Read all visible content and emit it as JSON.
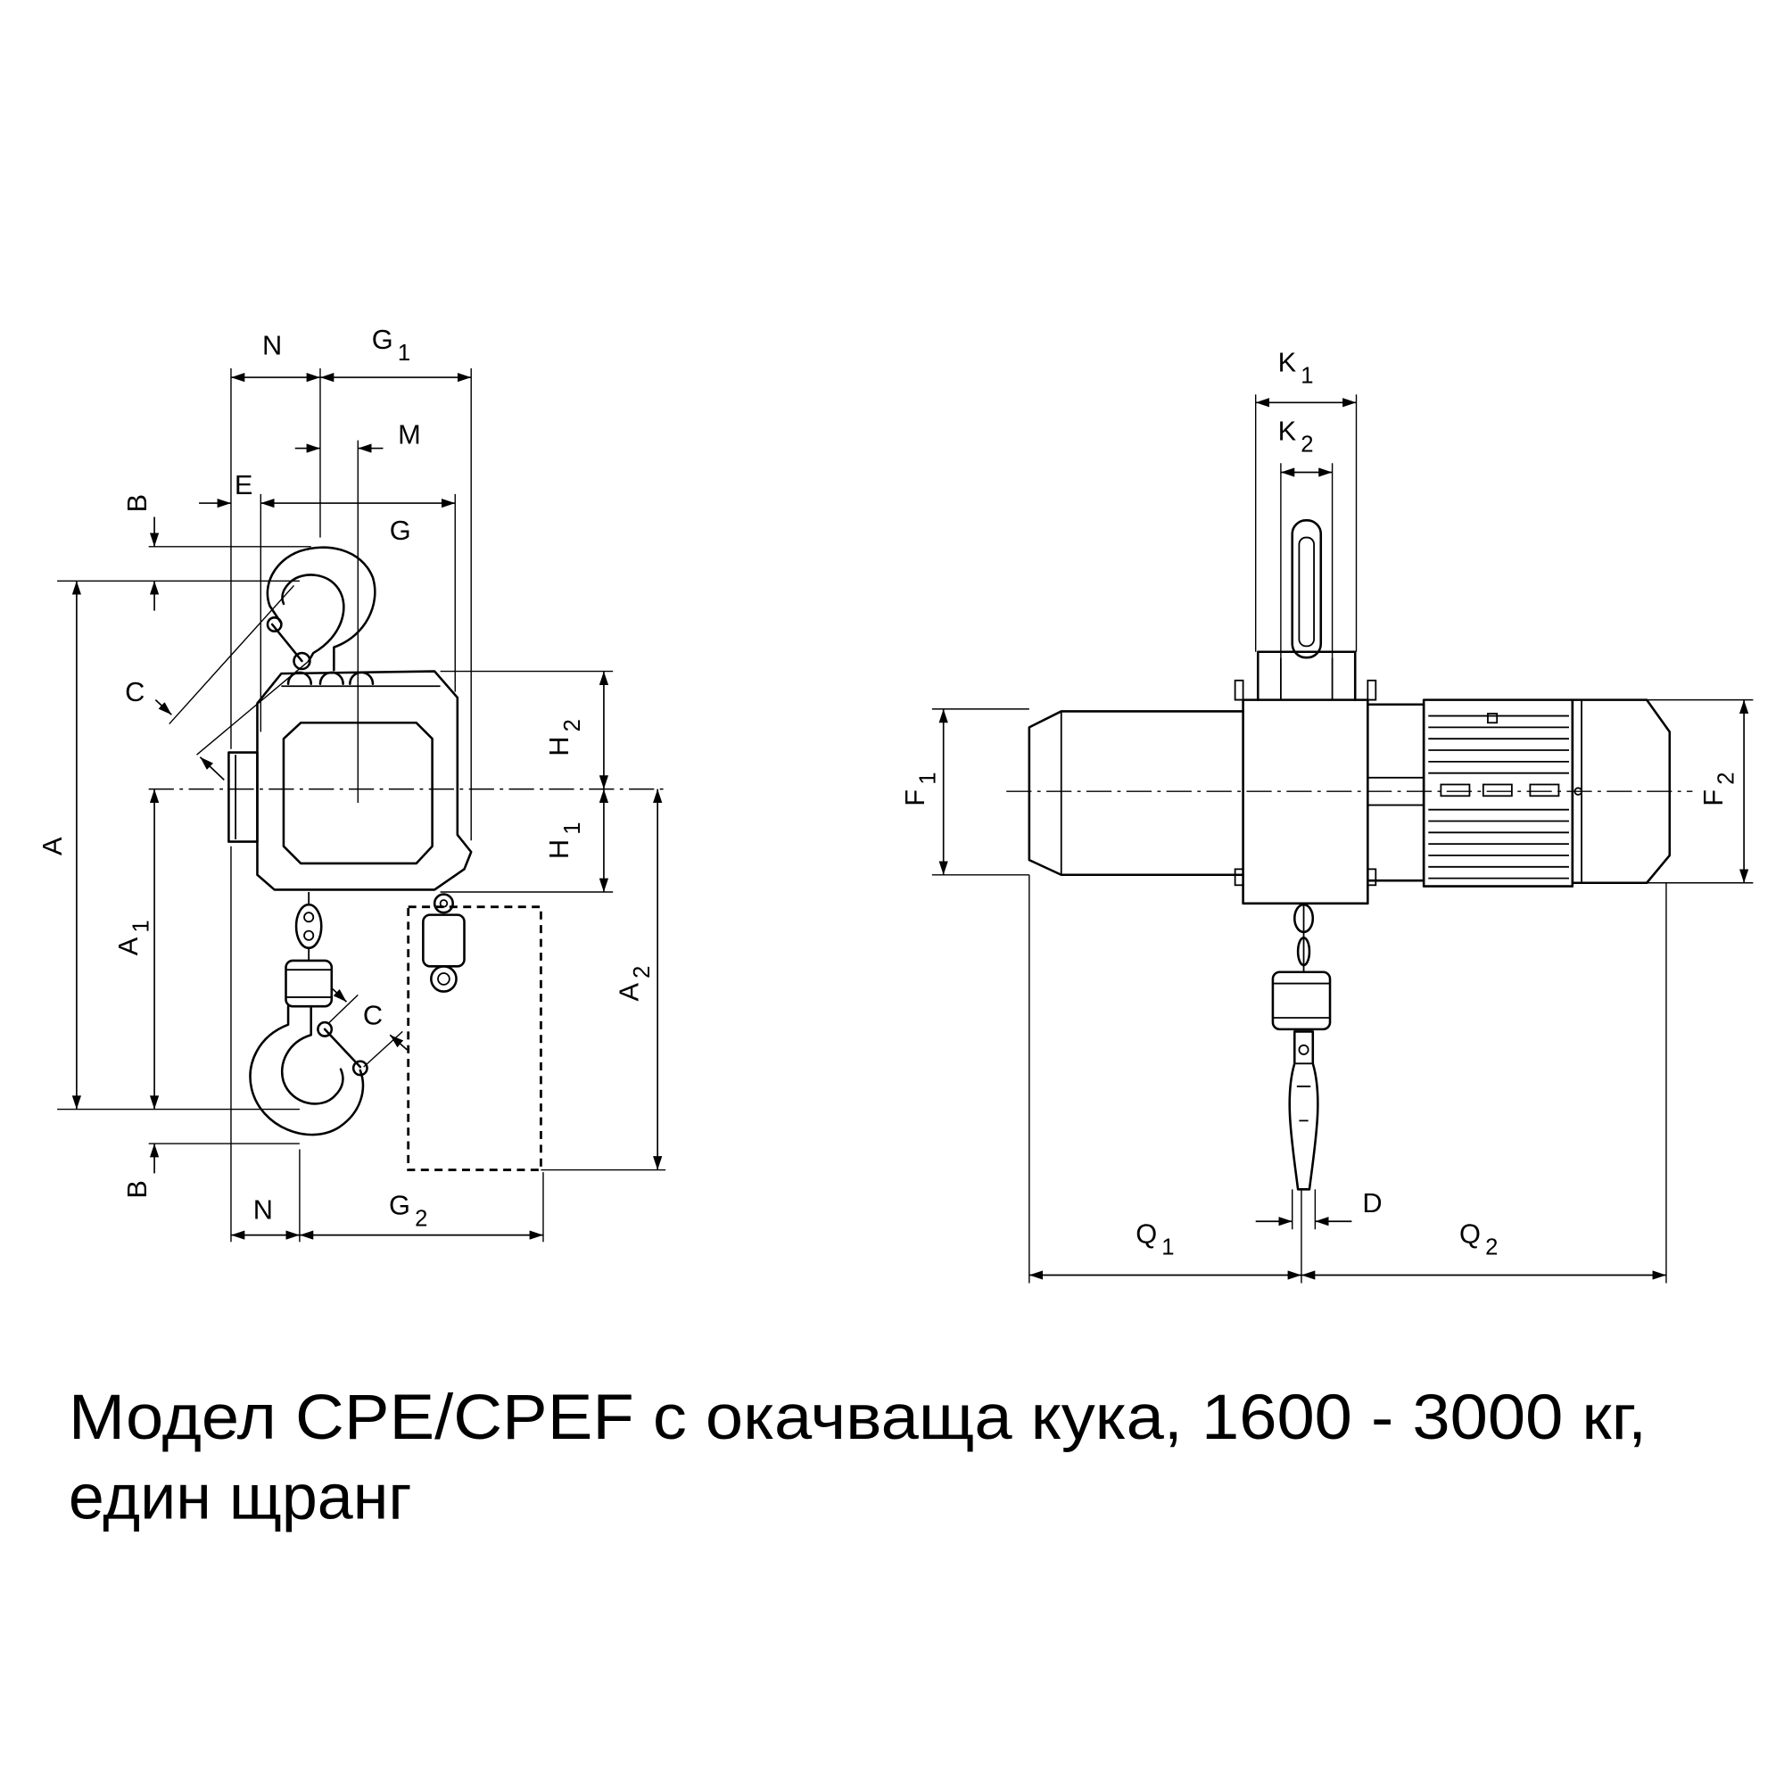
{
  "colors": {
    "line": "#000000",
    "background": "#ffffff"
  },
  "side_view": {
    "labels": {
      "n_top": "N",
      "g1": {
        "main": "G",
        "sub": "1"
      },
      "m": "M",
      "e": "E",
      "b_top": "B",
      "g": "G",
      "c_top": "C",
      "a": "A",
      "h2": {
        "main": "H",
        "sub": "2"
      },
      "h1": {
        "main": "H",
        "sub": "1"
      },
      "a1": {
        "main": "A",
        "sub": "1"
      },
      "a2": {
        "main": "A",
        "sub": "2"
      },
      "c_bottom": "C",
      "b_bottom": "B",
      "n_bottom": "N",
      "g2": {
        "main": "G",
        "sub": "2"
      }
    }
  },
  "front_view": {
    "labels": {
      "k1": {
        "main": "K",
        "sub": "1"
      },
      "k2": {
        "main": "K",
        "sub": "2"
      },
      "f1": {
        "main": "F",
        "sub": "1"
      },
      "f2": {
        "main": "F",
        "sub": "2"
      },
      "d": "D",
      "q1": {
        "main": "Q",
        "sub": "1"
      },
      "q2": {
        "main": "Q",
        "sub": "2"
      }
    }
  },
  "caption": {
    "line1": "Модел CPE/CPEF с окачваща кука, 1600 - 3000 кг,",
    "line2": "един щранг"
  }
}
